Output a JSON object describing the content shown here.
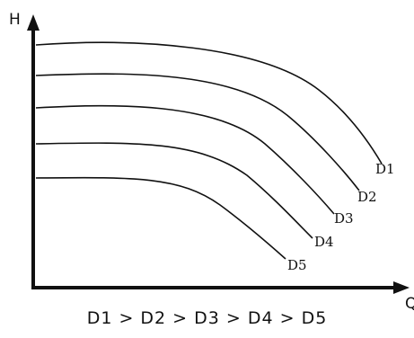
{
  "chart_data": {
    "type": "line",
    "xlabel": "Q",
    "ylabel": "H",
    "series": [
      {
        "name": "D1"
      },
      {
        "name": "D2"
      },
      {
        "name": "D3"
      },
      {
        "name": "D4"
      },
      {
        "name": "D5"
      }
    ],
    "caption": "D1 > D2 > D3 > D4 > D5"
  }
}
